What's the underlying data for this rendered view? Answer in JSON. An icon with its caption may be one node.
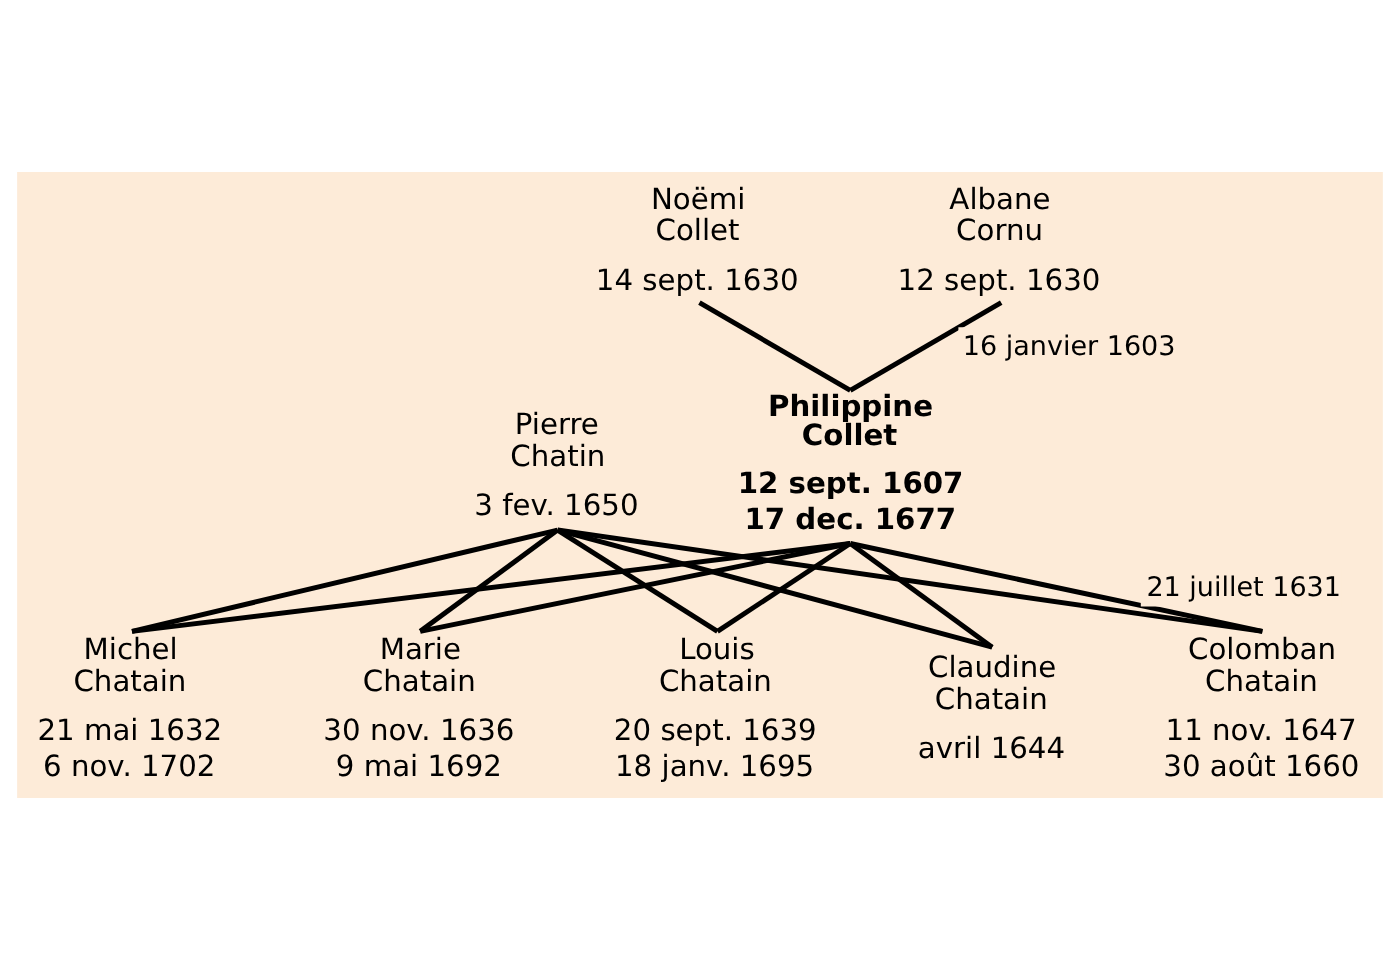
{
  "diagram": {
    "nodes": [
      {
        "text": [
          "Noëmi Collet",
          "14 sept. 1630"
        ]
      },
      {
        "text": [
          "Albane Cornu",
          "12 sept. 1630"
        ]
      },
      {
        "text": [
          "Pierre Chatin",
          "3 fev. 1650"
        ]
      },
      {
        "text": [
          "Philippine Collet",
          "12 sept. 1607",
          "17 dec. 1677"
        ]
      },
      {
        "text": [
          "Michel Chatain",
          "21 mai 1632",
          "6 nov. 1702"
        ]
      },
      {
        "text": [
          "Marie Chatain",
          "30 nov. 1636",
          "9 mai 1692"
        ]
      },
      {
        "text": [
          "Louis Chatain",
          "20 sept. 1639",
          "18 janv. 1695"
        ]
      },
      {
        "text": [
          "Claudine Chatain",
          "avril 1644"
        ]
      },
      {
        "text": [
          "Colomban Chatain",
          "11 nov. 1647",
          "30 août 1660"
        ]
      }
    ],
    "edges": [
      {
        "from": 0,
        "to": 3,
        "arrow": "none"
      },
      {
        "from": 1,
        "to": 3,
        "arrow": "none",
        "label": "16 janvier 1603"
      },
      {
        "from": 2,
        "to": 4,
        "arrow": "none"
      },
      {
        "from": 2,
        "to": 5,
        "arrow": "none"
      },
      {
        "from": 2,
        "to": 6,
        "arrow": "none"
      },
      {
        "from": 2,
        "to": 7,
        "arrow": "none"
      },
      {
        "from": 2,
        "to": 8,
        "arrow": "none"
      },
      {
        "from": 3,
        "to": 4,
        "arrow": "none"
      },
      {
        "from": 3,
        "to": 5,
        "arrow": "none"
      },
      {
        "from": 3,
        "to": 6,
        "arrow": "none"
      },
      {
        "from": 3,
        "to": 7,
        "arrow": "none"
      },
      {
        "from": 3,
        "to": 8,
        "arrow": "none",
        "label": "21 juillet 1631"
      }
    ]
  }
}
